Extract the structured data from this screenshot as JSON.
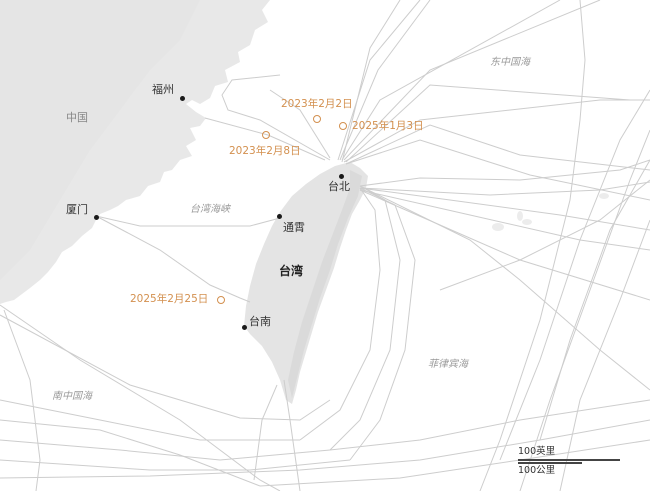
{
  "map": {
    "land_color": "#e6e6e6",
    "water_color": "#ffffff",
    "cable_color": "#c8c8c8",
    "event_color": "#d3904f",
    "regions": [
      {
        "label": "中国"
      }
    ],
    "cities": [
      {
        "label": "福州"
      },
      {
        "label": "厦门"
      },
      {
        "label": "通霄"
      },
      {
        "label": "台北"
      },
      {
        "label": "台南"
      }
    ],
    "island_label": "台湾",
    "seas": [
      {
        "label": "东中国海"
      },
      {
        "label": "台湾海峡"
      },
      {
        "label": "菲律宾海"
      },
      {
        "label": "南中国海"
      }
    ],
    "events": [
      {
        "label": "2023年2月2日"
      },
      {
        "label": "2025年1月3日"
      },
      {
        "label": "2023年2月8日"
      },
      {
        "label": "2025年2月25日"
      }
    ],
    "scale": {
      "miles_label": "100英里",
      "km_label": "100公里"
    }
  }
}
